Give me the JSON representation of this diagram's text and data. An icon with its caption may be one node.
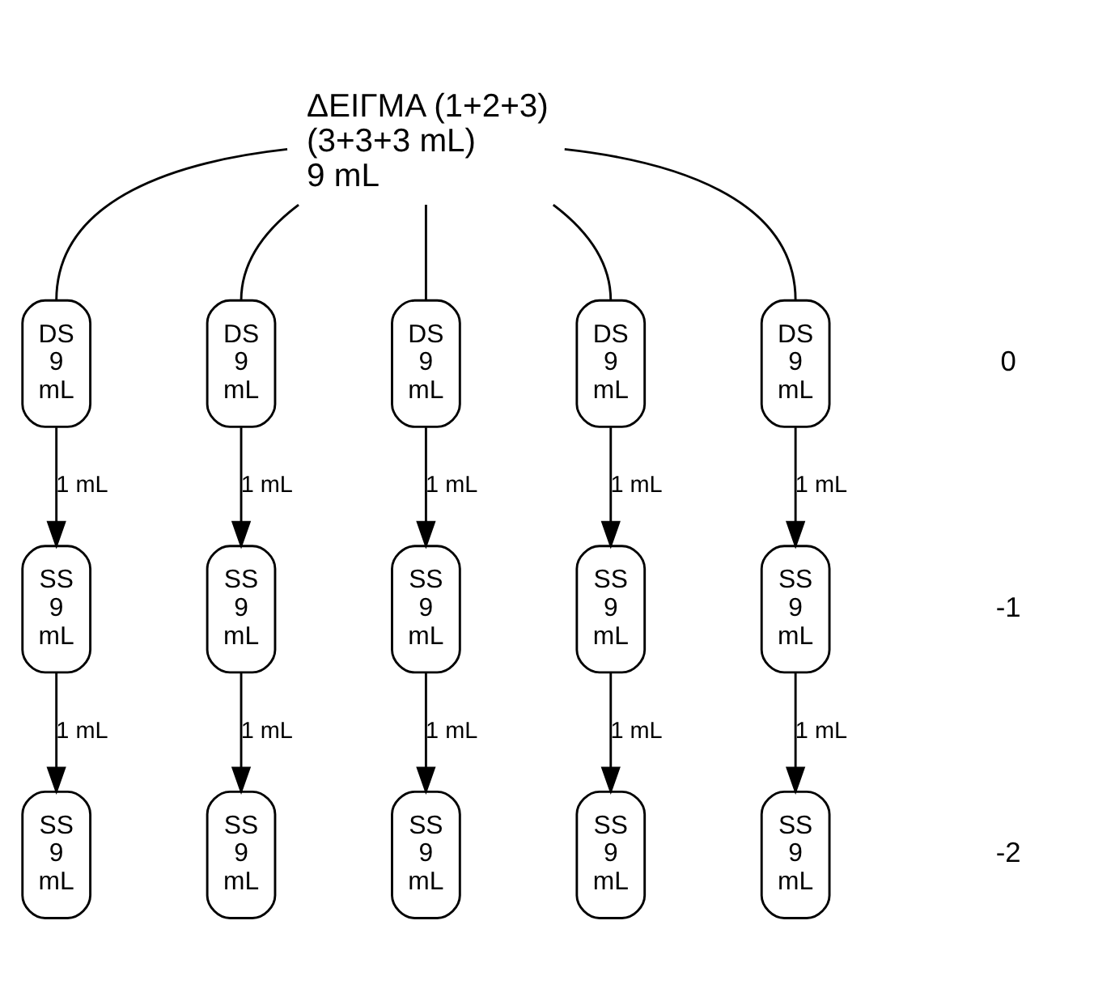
{
  "diagram": {
    "nodes": [
      {
        "text": [
          "ΔΕΙΓΜΑ (1+2+3)",
          "(3+3+3 mL)",
          "9 mL"
        ]
      },
      {
        "text": [
          "DS",
          "9",
          "mL"
        ]
      },
      {
        "text": [
          "DS",
          "9",
          "mL"
        ]
      },
      {
        "text": [
          "DS",
          "9",
          "mL"
        ]
      },
      {
        "text": [
          "DS",
          "9",
          "mL"
        ]
      },
      {
        "text": [
          "DS",
          "9",
          "mL"
        ]
      },
      {
        "text": [
          "SS",
          "9",
          "mL"
        ]
      },
      {
        "text": [
          "SS",
          "9",
          "mL"
        ]
      },
      {
        "text": [
          "SS",
          "9",
          "mL"
        ]
      },
      {
        "text": [
          "SS",
          "9",
          "mL"
        ]
      },
      {
        "text": [
          "SS",
          "9",
          "mL"
        ]
      },
      {
        "text": [
          "SS",
          "9",
          "mL"
        ]
      },
      {
        "text": [
          "SS",
          "9",
          "mL"
        ]
      },
      {
        "text": [
          "SS",
          "9",
          "mL"
        ]
      },
      {
        "text": [
          "SS",
          "9",
          "mL"
        ]
      },
      {
        "text": [
          "SS",
          "9",
          "mL"
        ]
      }
    ],
    "edges": [
      {
        "from": 0,
        "to": 1,
        "arrow": "none"
      },
      {
        "from": 0,
        "to": 2,
        "arrow": "none"
      },
      {
        "from": 0,
        "to": 3,
        "arrow": "none"
      },
      {
        "from": 0,
        "to": 4,
        "arrow": "none"
      },
      {
        "from": 0,
        "to": 5,
        "arrow": "none"
      },
      {
        "from": 1,
        "to": 6,
        "arrow": "to",
        "label": "1 mL"
      },
      {
        "from": 2,
        "to": 7,
        "arrow": "to",
        "label": "1 mL"
      },
      {
        "from": 3,
        "to": 8,
        "arrow": "to",
        "label": "1 mL"
      },
      {
        "from": 4,
        "to": 9,
        "arrow": "to",
        "label": "1 mL"
      },
      {
        "from": 5,
        "to": 10,
        "arrow": "to",
        "label": "1 mL"
      },
      {
        "from": 6,
        "to": 11,
        "arrow": "to",
        "label": "1 mL"
      },
      {
        "from": 7,
        "to": 12,
        "arrow": "to",
        "label": "1 mL"
      },
      {
        "from": 8,
        "to": 13,
        "arrow": "to",
        "label": "1 mL"
      },
      {
        "from": 9,
        "to": 14,
        "arrow": "to",
        "label": "1 mL"
      },
      {
        "from": 10,
        "to": 15,
        "arrow": "to",
        "label": "1 mL"
      }
    ],
    "labels": [
      "0",
      "-1",
      "-2"
    ]
  }
}
